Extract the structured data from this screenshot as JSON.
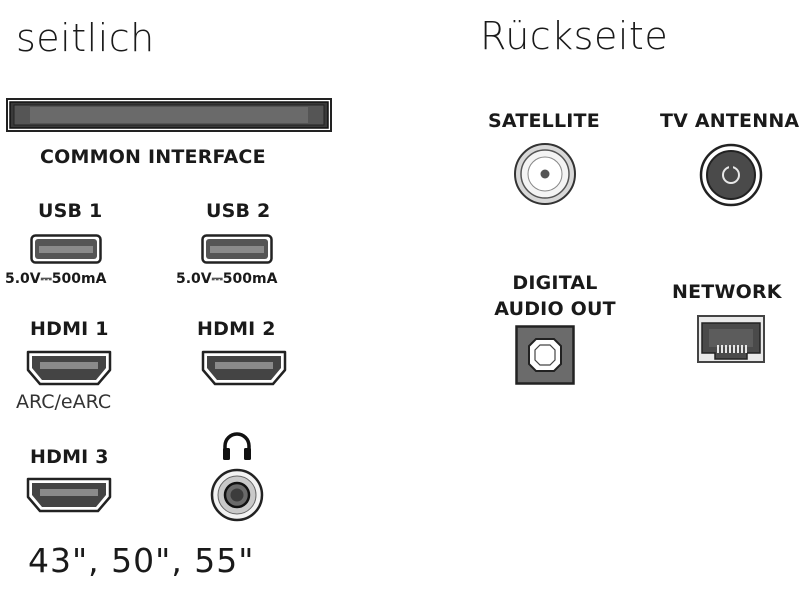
{
  "side": {
    "heading": "seitlich",
    "common_interface": "COMMON INTERFACE",
    "usb1": {
      "label": "USB 1",
      "spec": "5.0V⎓500mA"
    },
    "usb2": {
      "label": "USB 2",
      "spec": "5.0V⎓500mA"
    },
    "hdmi1": {
      "label": "HDMI 1",
      "sub": "ARC/eARC"
    },
    "hdmi2": {
      "label": "HDMI 2"
    },
    "hdmi3": {
      "label": "HDMI 3"
    },
    "headphone_icon": "headphones-icon",
    "sizes": "43\", 50\", 55\""
  },
  "back": {
    "heading": "Rückseite",
    "satellite": "SATELLITE",
    "tv_antenna": "TV ANTENNA",
    "digital_audio_line1": "DIGITAL",
    "digital_audio_line2": "AUDIO OUT",
    "network": "NETWORK"
  }
}
